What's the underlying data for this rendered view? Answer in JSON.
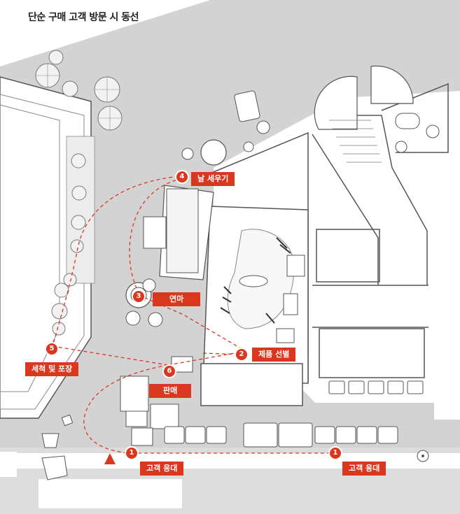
{
  "title": "단순 구매 고객 방문 시 동선",
  "accent_color": "#d9371e",
  "steps": [
    {
      "number": "1",
      "label": "고객 응대"
    },
    {
      "number": "2",
      "label": "제품 선별"
    },
    {
      "number": "3",
      "label": "연마"
    },
    {
      "number": "4",
      "label": "날 세우기"
    },
    {
      "number": "5",
      "label": "세척 및 포장"
    },
    {
      "number": "6",
      "label": "판매"
    },
    {
      "number": "1",
      "label": "고객 응대"
    }
  ],
  "entry_icon": "arrow-up-icon"
}
